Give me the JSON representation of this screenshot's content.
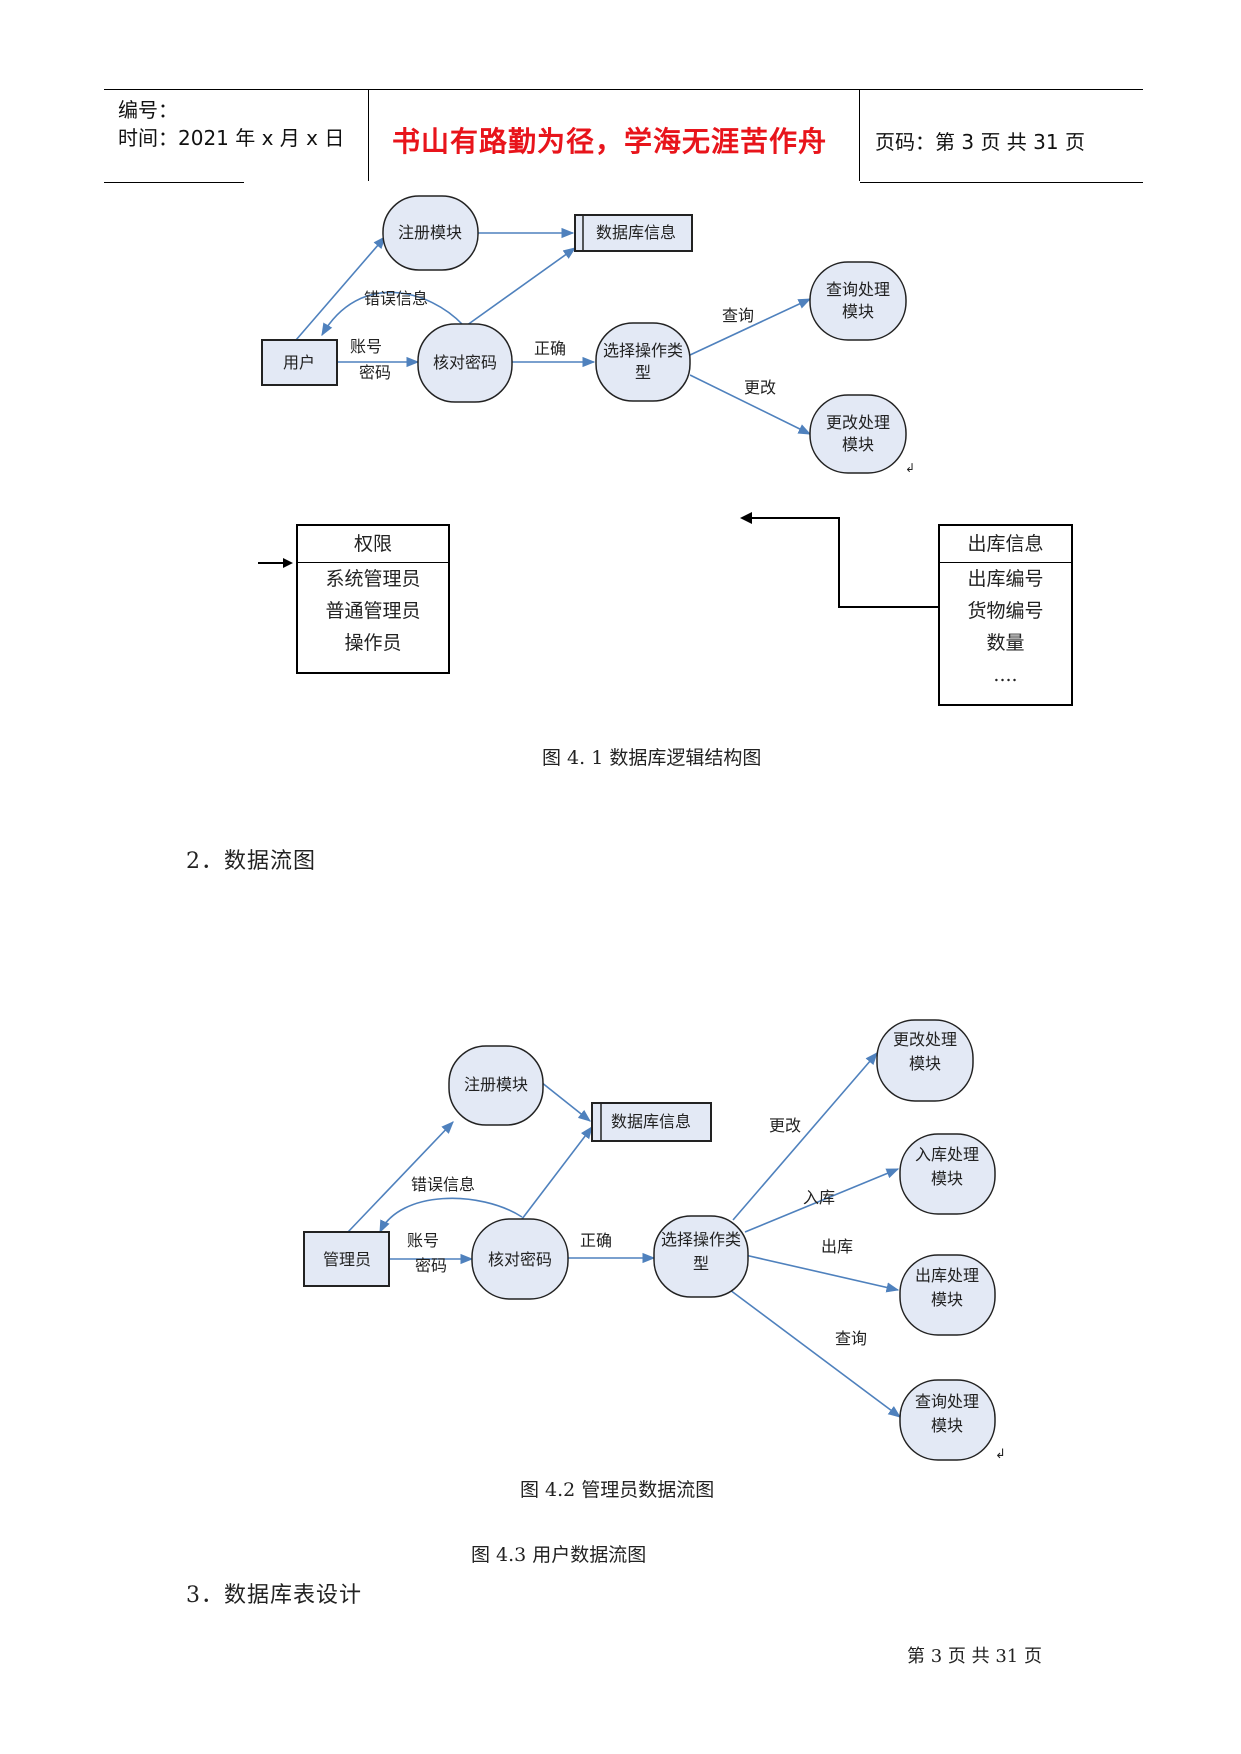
{
  "header": {
    "number_label": "编号：",
    "time_label": "时间：2021 年 x 月 x 日",
    "motto": "书山有路勤为径，学海无涯苦作舟",
    "page_label": "页码：第 3 页 共 31 页"
  },
  "fig1": {
    "nodes": {
      "register": "注册模块",
      "db": "数据库信息",
      "user": "用户",
      "check": "核对密码",
      "select1": "选择操作类",
      "select2": "型",
      "query1": "查询处理",
      "query2": "模块",
      "modify1": "更改处理",
      "modify2": "模块"
    },
    "labels": {
      "error": "错误信息",
      "account": "账号",
      "password": "密码",
      "correct": "正确",
      "query": "查询",
      "modify": "更改"
    }
  },
  "permission_table": {
    "title": "权限",
    "rows": [
      "系统管理员",
      "普通管理员",
      "操作员"
    ]
  },
  "outbound_table": {
    "title": "出库信息",
    "rows": [
      "出库编号",
      "货物编号",
      "数量",
      "...."
    ]
  },
  "captions": {
    "fig41": "图 4. 1 数据库逻辑结构图",
    "section2": "2．数据流图",
    "fig42": "图 4.2 管理员数据流图",
    "fig43": "图 4.3 用户数据流图",
    "section3": "3．数据库表设计"
  },
  "fig2": {
    "nodes": {
      "register": "注册模块",
      "db": "数据库信息",
      "admin": "管理员",
      "check": "核对密码",
      "select1": "选择操作类",
      "select2": "型",
      "modify1": "更改处理",
      "modify2": "模块",
      "in1": "入库处理",
      "in2": "模块",
      "out1": "出库处理",
      "out2": "模块",
      "query1": "查询处理",
      "query2": "模块"
    },
    "labels": {
      "error": "错误信息",
      "account": "账号",
      "password": "密码",
      "correct": "正确",
      "modify": "更改",
      "in": "入库",
      "out": "出库",
      "query": "查询"
    }
  },
  "footer": {
    "page": "第 3 页 共 31 页"
  },
  "colors": {
    "node_fill": "#e3e9f5",
    "arrow": "#4f81bd",
    "motto": "#e8141b"
  }
}
